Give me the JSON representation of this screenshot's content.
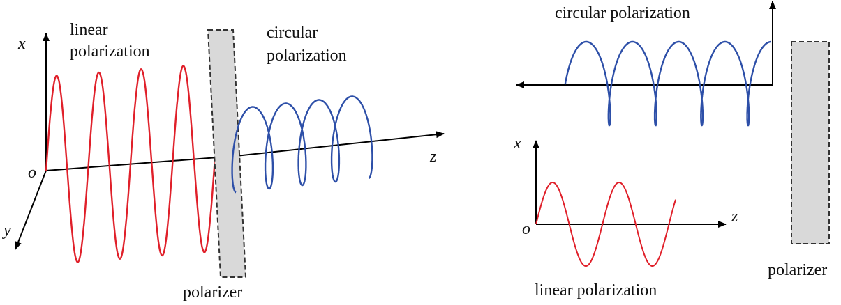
{
  "left_panel": {
    "linear_label_line1": "linear",
    "linear_label_line2": "polarization",
    "circular_label_line1": "circular",
    "circular_label_line2": "polarization",
    "polarizer_label": "polarizer",
    "axis_x": "x",
    "axis_y": "y",
    "axis_z": "z",
    "origin": "o"
  },
  "right_panel": {
    "circular_label": "circular polarization",
    "linear_label": "linear polarization",
    "polarizer_label": "polarizer",
    "axis_x": "x",
    "axis_z": "z",
    "origin": "o"
  },
  "colors": {
    "linear_wave": "#e0202a",
    "circular_wave": "#2d4fa8",
    "polarizer_fill": "#d9d9d9",
    "axis": "#000000"
  }
}
